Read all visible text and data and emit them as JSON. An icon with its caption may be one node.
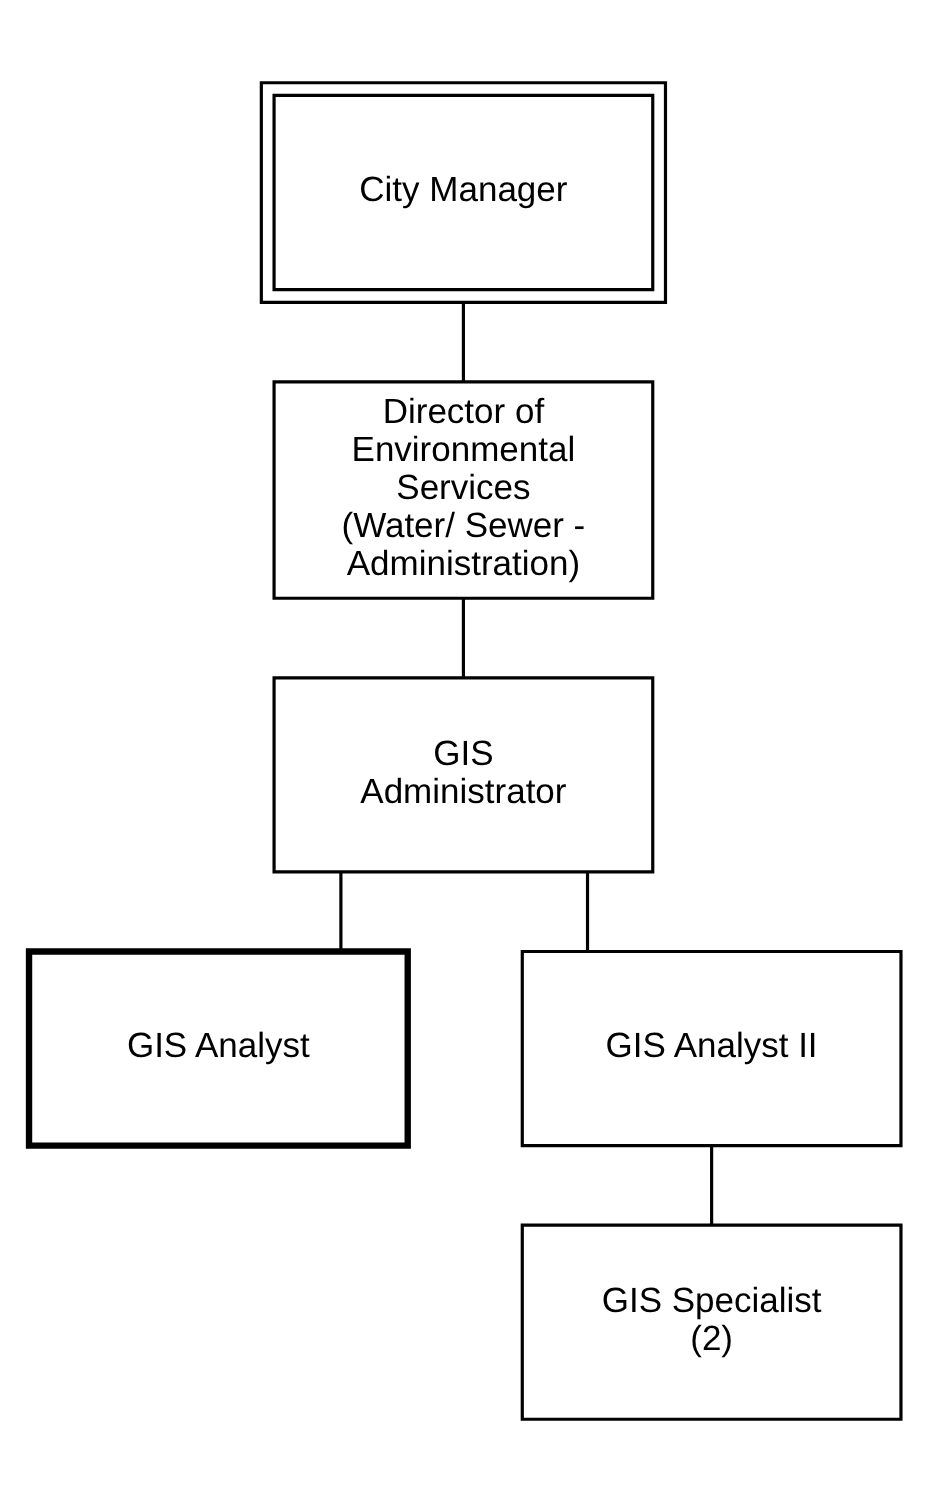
{
  "diagram": {
    "nodes": [
      {
        "text": [
          "City Manager"
        ]
      },
      {
        "text": [
          "Director of Environmental Services (Water/ Sewer - Administration)"
        ]
      },
      {
        "text": [
          "GIS Administrator"
        ]
      },
      {
        "text": [
          "GIS Analyst"
        ]
      },
      {
        "text": [
          "GIS Analyst II"
        ]
      },
      {
        "text": [
          "GIS Specialist (2)"
        ]
      }
    ],
    "edges": [
      {
        "from": 0,
        "to": 1,
        "arrow": "none"
      },
      {
        "from": 1,
        "to": 2,
        "arrow": "none"
      },
      {
        "from": 2,
        "to": 3,
        "arrow": "none"
      },
      {
        "from": 2,
        "to": 4,
        "arrow": "none"
      },
      {
        "from": 4,
        "to": 5,
        "arrow": "none"
      }
    ]
  }
}
